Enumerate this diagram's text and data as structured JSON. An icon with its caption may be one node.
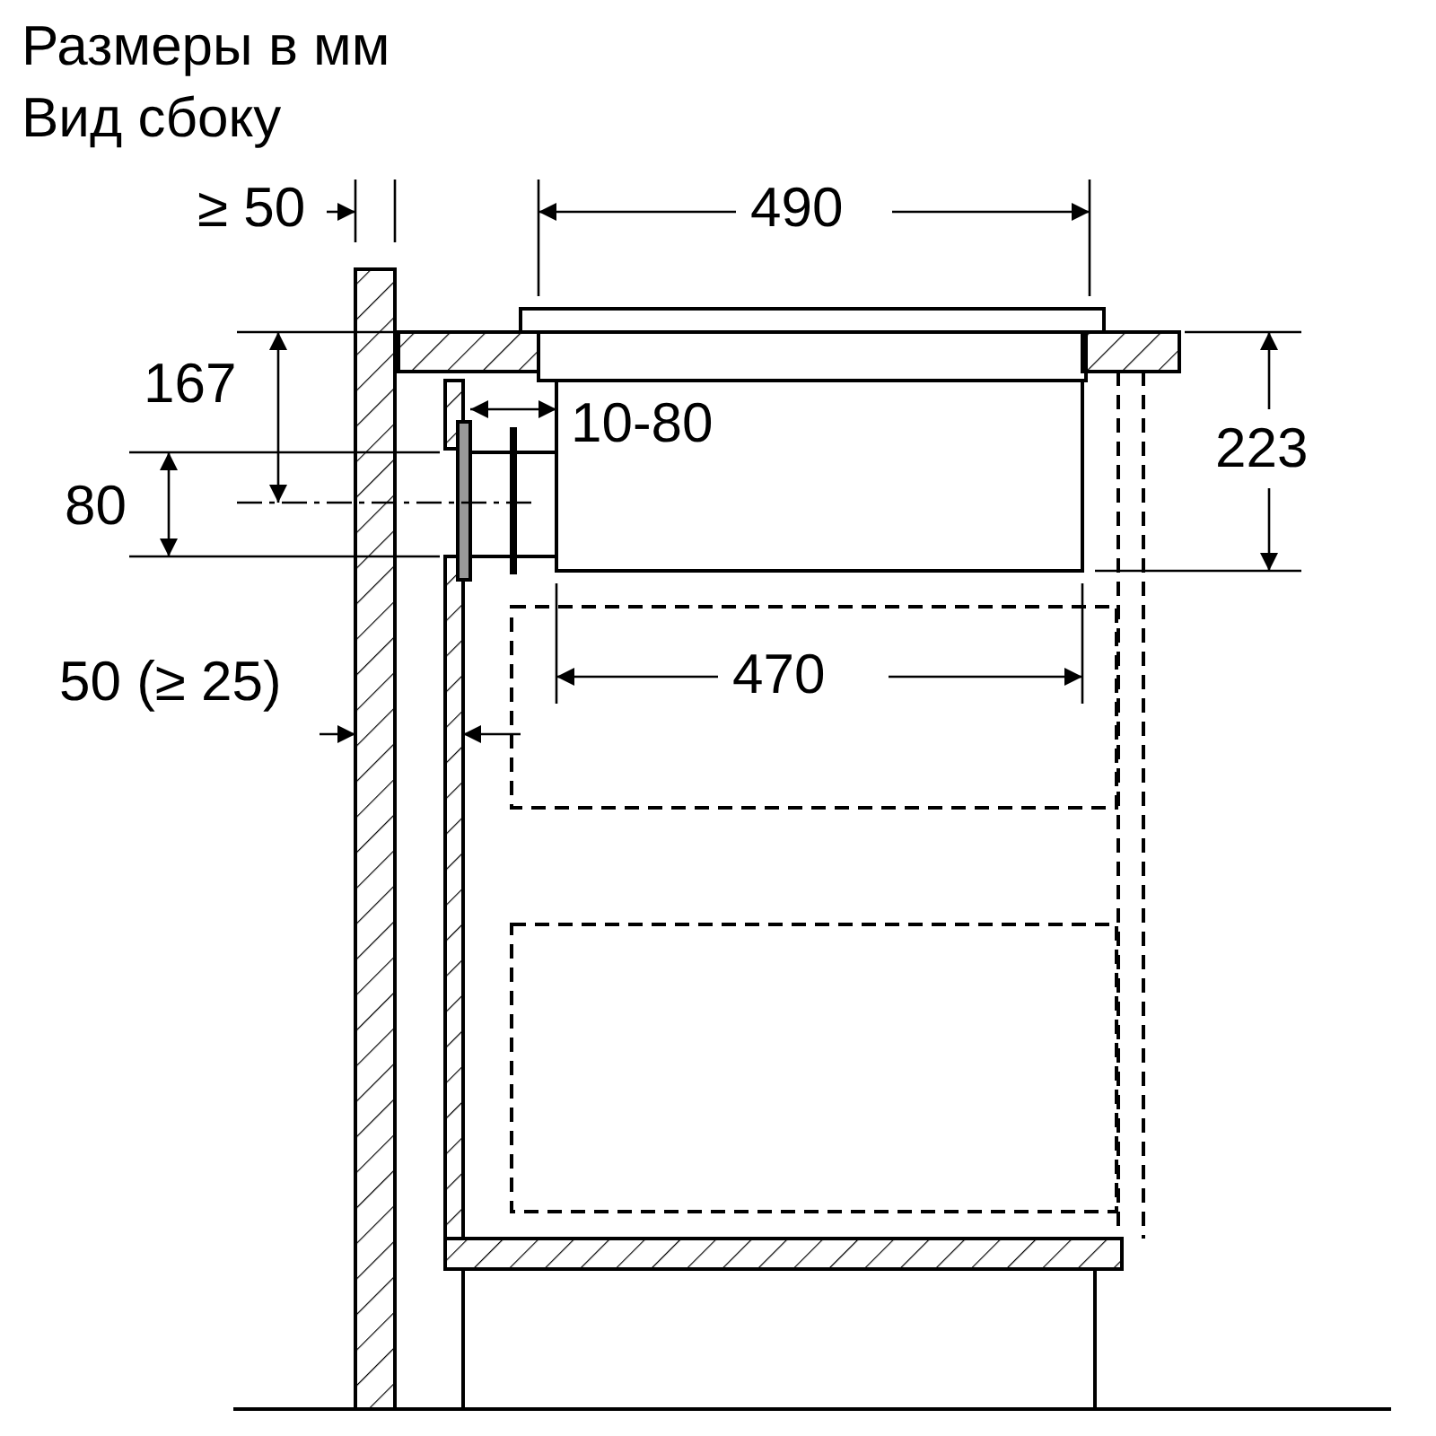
{
  "diagram": {
    "title": "Размеры в мм",
    "labels": [
      "Вид сбоку",
      "≥ 50",
      "490",
      "167",
      "10-80",
      "80",
      "223",
      "50 (≥ 25)",
      "470"
    ]
  }
}
